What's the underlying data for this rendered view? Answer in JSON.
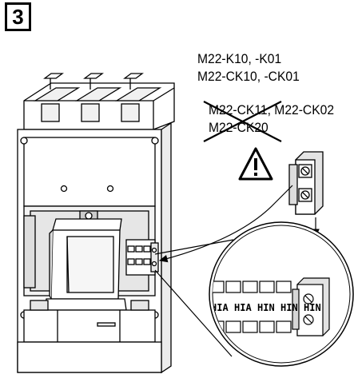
{
  "step": {
    "number": "3"
  },
  "labels": {
    "allowed_line1": "M22-K10, -K01",
    "allowed_line2": "M22-CK10, -CK01",
    "crossed_line1": "M22-CK11, M22-CK02",
    "crossed_line2": "M22-CK20"
  },
  "detail": {
    "tags": [
      "HIA",
      "HIA",
      "HIN",
      "HIN",
      "HIN"
    ]
  },
  "icons": {
    "warning": "warning-triangle-icon"
  }
}
